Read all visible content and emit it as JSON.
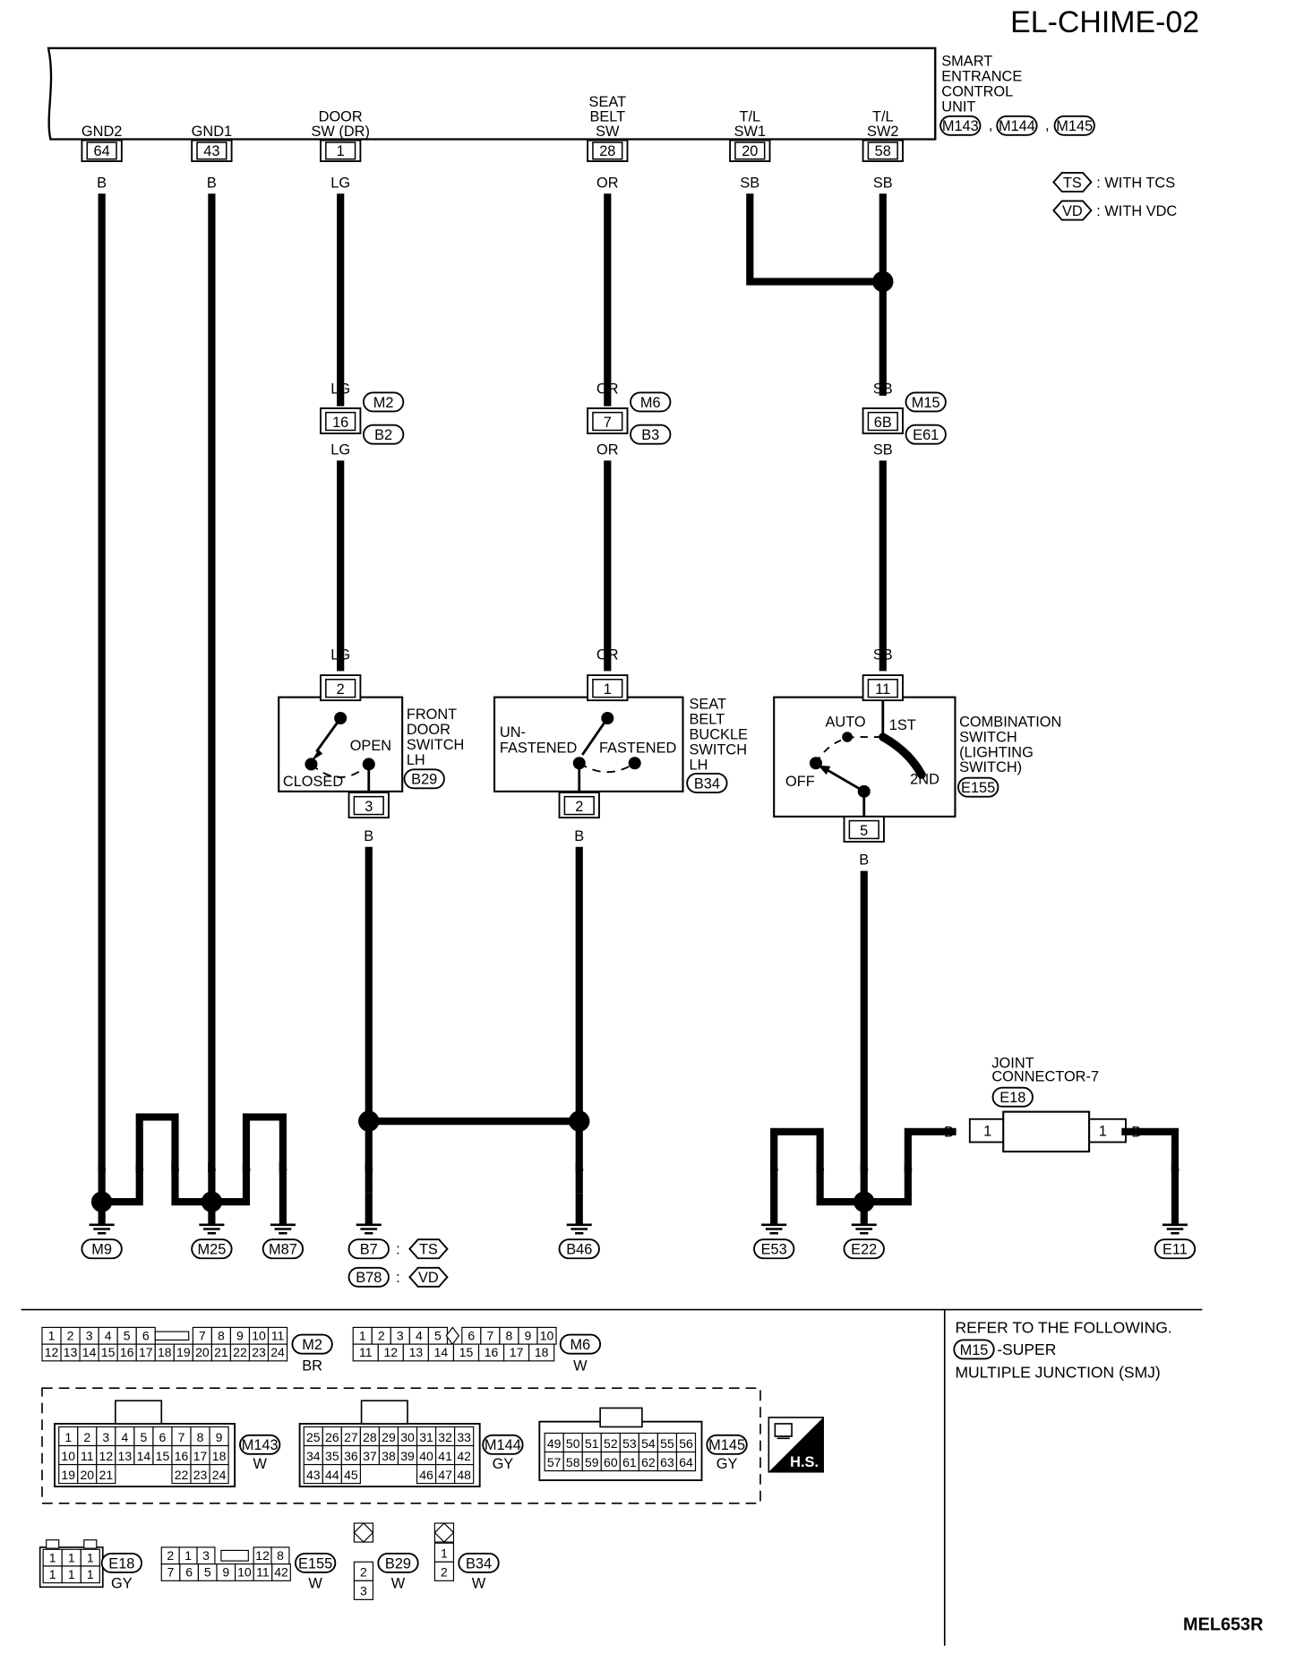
{
  "page_code": "EL-CHIME-02",
  "figure_id": "MEL653R",
  "control_unit": {
    "name_lines": [
      "SMART",
      "ENTRANCE",
      "CONTROL",
      "UNIT"
    ],
    "connectors": [
      "M143",
      "M144",
      "M145"
    ],
    "terminals": [
      {
        "label_lines": [
          "GND2"
        ],
        "pin": "64"
      },
      {
        "label_lines": [
          "GND1"
        ],
        "pin": "43"
      },
      {
        "label_lines": [
          "DOOR",
          "SW (DR)"
        ],
        "pin": "1"
      },
      {
        "label_lines": [
          "SEAT",
          "BELT",
          "SW"
        ],
        "pin": "28"
      },
      {
        "label_lines": [
          "T/L",
          "SW1"
        ],
        "pin": "20"
      },
      {
        "label_lines": [
          "T/L",
          "SW2"
        ],
        "pin": "58"
      }
    ]
  },
  "legend": [
    {
      "code": "TS",
      "text": ": WITH TCS"
    },
    {
      "code": "VD",
      "text": ": WITH VDC"
    }
  ],
  "wires": {
    "top": [
      "B",
      "B",
      "LG",
      "OR",
      "SB",
      "SB"
    ],
    "mid": [
      {
        "color": "LG",
        "pin": "16",
        "upper": "M2",
        "lower": "B2"
      },
      {
        "color": "OR",
        "pin": "7",
        "upper": "M6",
        "lower": "B3"
      },
      {
        "color": "SB",
        "pin": "6B",
        "upper": "M15",
        "lower": "E61"
      }
    ]
  },
  "door_switch": {
    "name_lines": [
      "FRONT",
      "DOOR",
      "SWITCH",
      "LH"
    ],
    "connector": "B29",
    "pin_in": "2",
    "pin_out": "3",
    "in_color": "LG",
    "out_color": "B",
    "pos_open": "OPEN",
    "pos_closed": "CLOSED"
  },
  "buckle_switch": {
    "name_lines": [
      "SEAT",
      "BELT",
      "BUCKLE",
      "SWITCH",
      "LH"
    ],
    "connector": "B34",
    "pin_in": "1",
    "pin_out": "2",
    "in_color": "OR",
    "out_color": "B",
    "pos_unfastened": [
      "UN-",
      "FASTENED"
    ],
    "pos_fastened": "FASTENED"
  },
  "combination_switch": {
    "name_lines": [
      "COMBINATION",
      "SWITCH",
      "(LIGHTING",
      "SWITCH)"
    ],
    "connector": "E155",
    "pin_in": "11",
    "pin_out": "5",
    "in_color": "SB",
    "out_color": "B",
    "positions": [
      "AUTO",
      "1ST",
      "OFF",
      "2ND"
    ]
  },
  "joint_connector": {
    "name_lines": [
      "JOINT",
      "CONNECTOR-7"
    ],
    "connector": "E18",
    "pin_left": "1",
    "pin_right": "1"
  },
  "ground_wire_label": "B",
  "grounds": [
    {
      "label": "M9",
      "suffix": ""
    },
    {
      "label": "M25",
      "suffix": ""
    },
    {
      "label": "M87",
      "suffix": ""
    },
    {
      "label": "B7",
      "suffix": "TS"
    },
    {
      "label": "B78",
      "suffix": "VD"
    },
    {
      "label": "B46",
      "suffix": ""
    },
    {
      "label": "E53",
      "suffix": ""
    },
    {
      "label": "E22",
      "suffix": ""
    },
    {
      "label": "E11",
      "suffix": ""
    }
  ],
  "connector_faces": [
    {
      "id": "M2",
      "color": "BR",
      "rows": [
        [
          "1",
          "2",
          "3",
          "4",
          "5",
          "6",
          "",
          "7",
          "8",
          "9",
          "10",
          "11"
        ],
        [
          "12",
          "13",
          "14",
          "15",
          "16",
          "17",
          "18",
          "19",
          "20",
          "21",
          "22",
          "23",
          "24"
        ]
      ]
    },
    {
      "id": "M6",
      "color": "W",
      "rows": [
        [
          "1",
          "2",
          "3",
          "4",
          "5",
          "",
          "6",
          "7",
          "8",
          "9",
          "10"
        ],
        [
          "11",
          "12",
          "13",
          "14",
          "15",
          "16",
          "17",
          "18"
        ]
      ]
    },
    {
      "id": "M143",
      "color": "W",
      "rows": [
        [
          "1",
          "2",
          "3",
          "4",
          "5",
          "6",
          "7",
          "8",
          "9"
        ],
        [
          "10",
          "11",
          "12",
          "13",
          "14",
          "15",
          "16",
          "17",
          "18"
        ],
        [
          "19",
          "20",
          "21",
          "",
          "",
          "",
          "22",
          "23",
          "24"
        ]
      ]
    },
    {
      "id": "M144",
      "color": "GY",
      "rows": [
        [
          "25",
          "26",
          "27",
          "28",
          "29",
          "30",
          "31",
          "32",
          "33"
        ],
        [
          "34",
          "35",
          "36",
          "37",
          "38",
          "39",
          "40",
          "41",
          "42"
        ],
        [
          "43",
          "44",
          "45",
          "",
          "",
          "",
          "46",
          "47",
          "48"
        ]
      ]
    },
    {
      "id": "M145",
      "color": "GY",
      "rows": [
        [
          "49",
          "50",
          "51",
          "52",
          "53",
          "54",
          "55",
          "56"
        ],
        [
          "57",
          "58",
          "59",
          "60",
          "61",
          "62",
          "63",
          "64"
        ]
      ]
    },
    {
      "id": "E18",
      "color": "GY",
      "rows": [
        [
          "1",
          "1",
          "1"
        ],
        [
          "1",
          "1",
          "1"
        ]
      ]
    },
    {
      "id": "E155",
      "color": "W",
      "rows": [
        [
          "2",
          "1",
          "3",
          "",
          "12",
          "8"
        ],
        [
          "7",
          "6",
          "5",
          "9",
          "10",
          "11",
          "42"
        ]
      ]
    },
    {
      "id": "B29",
      "color": "W",
      "rows": [
        [
          "2"
        ],
        [
          "3"
        ]
      ]
    },
    {
      "id": "B34",
      "color": "W",
      "rows": [
        [
          "1"
        ],
        [
          "2"
        ]
      ]
    }
  ],
  "hs_label": "H.S.",
  "refer": {
    "lines": [
      "REFER TO THE FOLLOWING."
    ],
    "code": "M15",
    "code_text": "-SUPER",
    "tail": "MULTIPLE JUNCTION (SMJ)"
  }
}
